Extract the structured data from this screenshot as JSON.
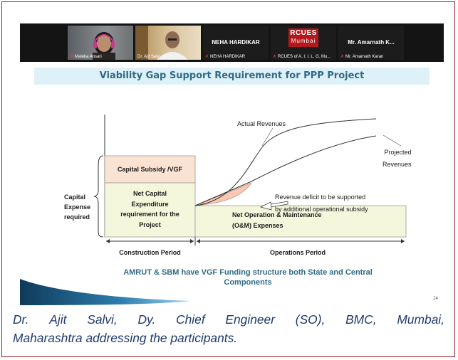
{
  "participants": [
    {
      "label": "Maleka Ansari",
      "display_name": ""
    },
    {
      "label": "Dr. Ajit Salvi",
      "display_name": ""
    },
    {
      "label": "NEHA HARDIKAR",
      "display_name": "NEHA HARDIKAR"
    },
    {
      "label": "RCUES of A. I. I. L. G. Mu...",
      "display_name": "",
      "logo": {
        "line1": "RCUES",
        "line2": "Mumbai"
      }
    },
    {
      "label": "Mr. Amarnath Karan",
      "display_name": "Mr. Amarnath K..."
    }
  ],
  "slide": {
    "title": "Viability Gap Support Requirement for PPP Project",
    "left_label": [
      "Capital",
      "Expense",
      "required"
    ],
    "capital_subsidy": "Capital Subsidy /VGF",
    "net_capital": [
      "Net Capital",
      "Expenditure",
      "requirement for the",
      "Project"
    ],
    "om_expenses": [
      "Net Operation & Maintenance",
      "(O&M) Expenses"
    ],
    "actual_revenues": "Actual Revenues",
    "projected_revenues": [
      "Projected",
      "Revenues"
    ],
    "deficit": [
      "Revenue deficit to be supported",
      "by additional operational subsidy"
    ],
    "construction_period": "Construction Period",
    "operations_period": "Operations Period",
    "footer": [
      "AMRUT & SBM have VGF Funding structure both State and Central",
      "Components"
    ],
    "page_number": "24"
  },
  "caption": {
    "line1": [
      "Dr.",
      "Ajit",
      "Salvi,",
      "Dy.",
      "Chief",
      "Engineer",
      "(SO),",
      "BMC,",
      "Mumbai,"
    ],
    "line2": "Maharashtra addressing the participants."
  },
  "colors": {
    "frame": "#9b1f23",
    "subsidy_fill": "#fbe3d3",
    "capex_fill": "#f4f7dc",
    "title_bg": "#dff1f8",
    "title_text": "#2f6b86",
    "caption": "#1e3a6e"
  }
}
